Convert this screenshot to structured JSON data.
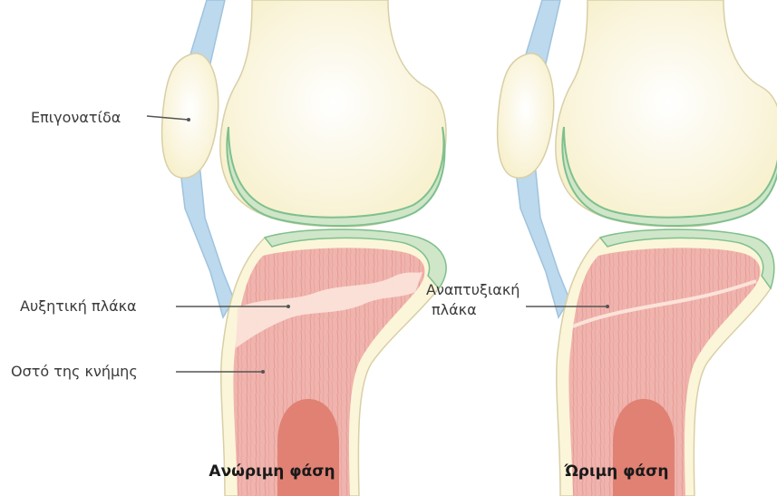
{
  "labels": {
    "patella": "Επιγονατίδα",
    "growth_plate": "Αυξητική πλάκα",
    "tibia": "Οστό της κνήμης",
    "developmental_plate_line1": "Αναπτυξιακή",
    "developmental_plate_line2": "πλάκα"
  },
  "captions": {
    "immature": "Ανώριμη φάση",
    "mature": "Ώριμη φάση"
  },
  "colors": {
    "ligament": "#bcd9ee",
    "bone": "#fbf6d9",
    "cartilage": "#cfe6c9",
    "cartilage_edge": "#7fc08d",
    "bone_outline": "#d8cfa6",
    "marrow": "#f0b4ae",
    "marrow_streak": "#e59a93",
    "growth_plate": "#fbe3d9",
    "canal": "#e08174",
    "leader_line": "#555555"
  }
}
